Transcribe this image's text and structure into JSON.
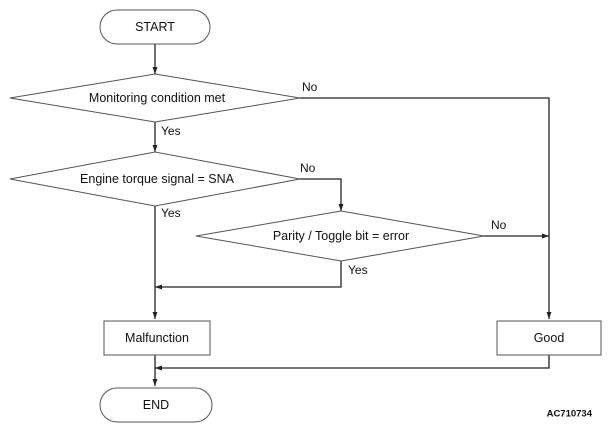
{
  "flowchart": {
    "nodes": {
      "start": "START",
      "monitoring": "Monitoring condition met",
      "torque": "Engine torque signal  = SNA",
      "parity": "Parity / Toggle bit = error",
      "malfunction": "Malfunction",
      "good": "Good",
      "end": "END"
    },
    "branches": {
      "monitoring_no": "No",
      "monitoring_yes": "Yes",
      "torque_no": "No",
      "torque_yes": "Yes",
      "parity_no": "No",
      "parity_yes": "Yes"
    },
    "figure_id": "AC710734"
  }
}
